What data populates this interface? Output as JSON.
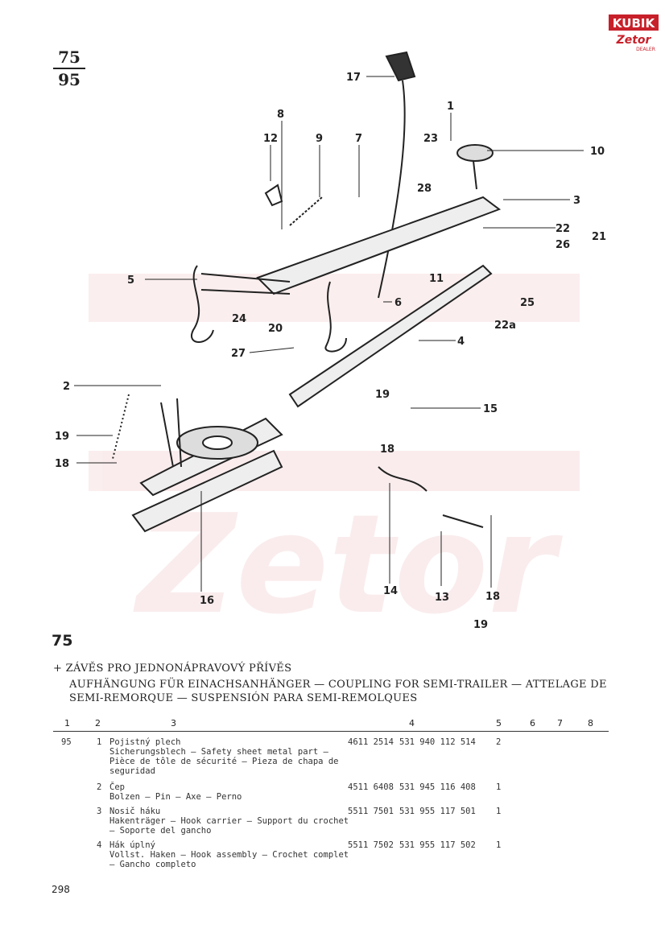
{
  "logo": {
    "brand": "KUBIK",
    "sub": "Zetor",
    "tag": "DEALER"
  },
  "header": {
    "group_numerator": "75",
    "group_denominator": "95"
  },
  "diagram": {
    "callouts": [
      "17",
      "8",
      "1",
      "12",
      "9",
      "7",
      "23",
      "10",
      "28",
      "3",
      "22",
      "21",
      "26",
      "5",
      "11",
      "6",
      "25",
      "24",
      "20",
      "22a",
      "4",
      "27",
      "2",
      "19",
      "15",
      "19",
      "18",
      "18",
      "16",
      "14",
      "13",
      "18",
      "19"
    ]
  },
  "figure_number": "75",
  "title": "+ ZÁVĚS PRO JEDNONÁPRAVOVÝ PŘÍVĚS",
  "subtitle": "AUFHÄNGUNG FÜR EINACHSANHÄNGER — COUPLING FOR SEMI-TRAILER — ATTELAGE DE SEMI-REMORQUE — SUSPENSIÓN PARA SEMI-REMOLQUES",
  "columns": [
    "1",
    "2",
    "3",
    "4",
    "5",
    "6",
    "7",
    "8"
  ],
  "rows": [
    {
      "group": "95",
      "pos": "1",
      "name": "Pojistný plech",
      "desc": "Sicherungsblech — Safety sheet metal part — Pièce de tôle de sécurité — Pieza de chapa de seguridad",
      "part_old": "4611 2514",
      "part_new": "531 940 112 514",
      "qty": "2"
    },
    {
      "group": "",
      "pos": "2",
      "name": "Čep",
      "desc": "Bolzen — Pin — Axe — Perno",
      "part_old": "4511 6408",
      "part_new": "531 945 116 408",
      "qty": "1"
    },
    {
      "group": "",
      "pos": "3",
      "name": "Nosič háku",
      "desc": "Hakenträger — Hook carrier — Support du crochet — Soporte del gancho",
      "part_old": "5511 7501",
      "part_new": "531 955 117 501",
      "qty": "1"
    },
    {
      "group": "",
      "pos": "4",
      "name": "Hák úplný",
      "desc": "Vollst. Haken — Hook assembly — Crochet complet — Gancho completo",
      "part_old": "5511 7502",
      "part_new": "531 955 117 502",
      "qty": "1"
    }
  ],
  "page_number": "298"
}
